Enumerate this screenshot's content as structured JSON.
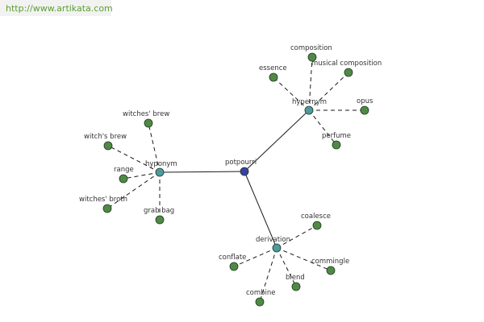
{
  "header": {
    "site_url": "http://www.artikata.com"
  },
  "colors": {
    "center": "#3b3fa6",
    "relation": "#4d9aa0",
    "leaf": "#4f8a45"
  },
  "graph": {
    "center": {
      "id": "potpourri",
      "label": "potpourri"
    },
    "relations": [
      {
        "id": "hypernym",
        "label": "hypernym",
        "leaves": [
          {
            "id": "composition",
            "label": "composition"
          },
          {
            "id": "musical-composition",
            "label": "musical composition"
          },
          {
            "id": "essence",
            "label": "essence"
          },
          {
            "id": "opus",
            "label": "opus"
          },
          {
            "id": "perfume",
            "label": "perfume"
          }
        ]
      },
      {
        "id": "hyponym",
        "label": "hyponym",
        "leaves": [
          {
            "id": "witches-brew",
            "label": "witches' brew"
          },
          {
            "id": "witchs-brew",
            "label": "witch's brew"
          },
          {
            "id": "range",
            "label": "range"
          },
          {
            "id": "witches-broth",
            "label": "witches' broth"
          },
          {
            "id": "grab-bag",
            "label": "grab bag"
          }
        ]
      },
      {
        "id": "derivation",
        "label": "derivation",
        "leaves": [
          {
            "id": "coalesce",
            "label": "coalesce"
          },
          {
            "id": "conflate",
            "label": "conflate"
          },
          {
            "id": "commingle",
            "label": "commingle"
          },
          {
            "id": "blend",
            "label": "blend"
          },
          {
            "id": "combine",
            "label": "combine"
          }
        ]
      }
    ]
  }
}
